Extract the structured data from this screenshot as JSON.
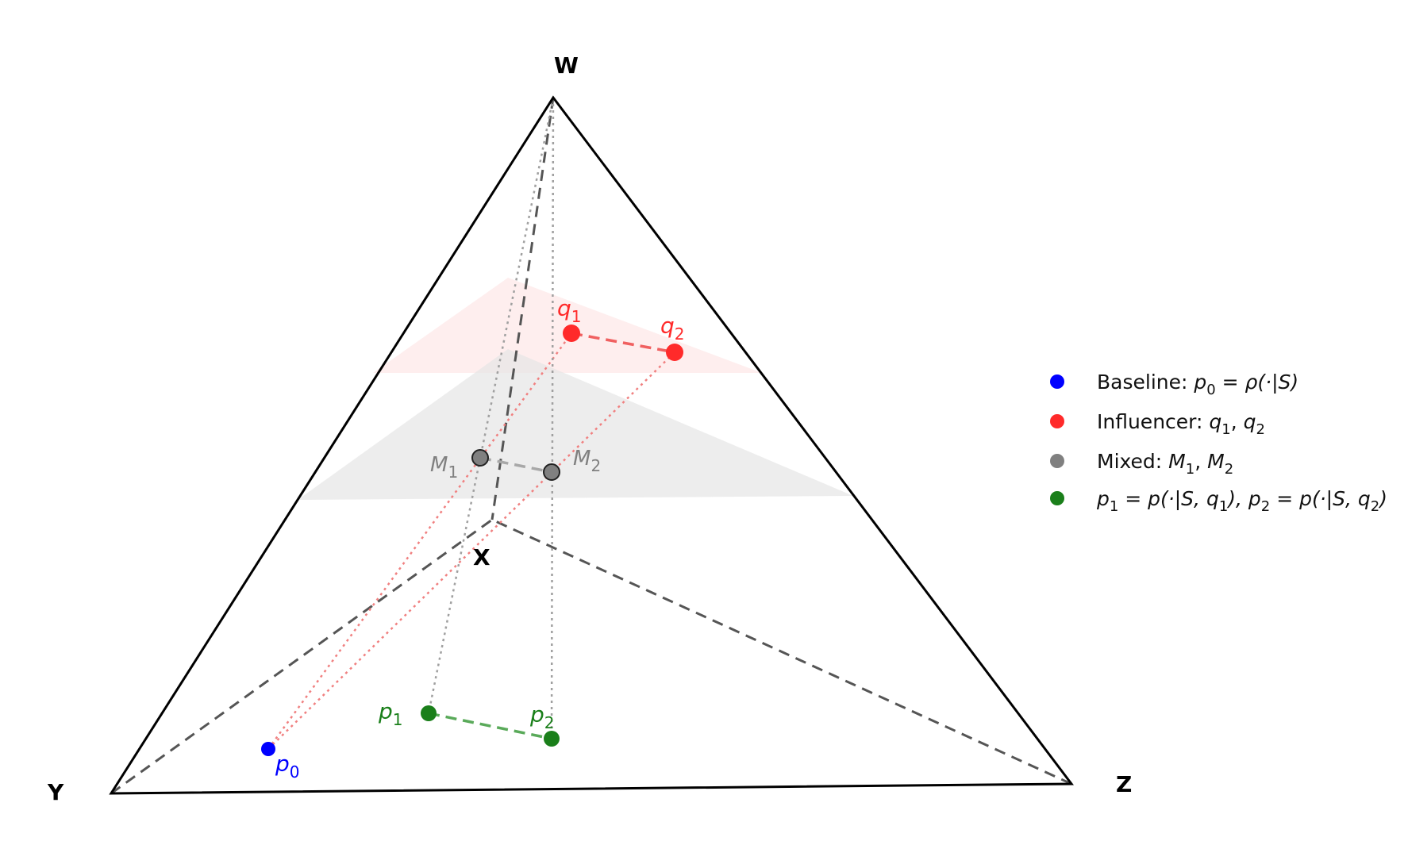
{
  "diagram": {
    "vertices": {
      "W": "W",
      "X": "X",
      "Y": "Y",
      "Z": "Z"
    },
    "points": {
      "p0": {
        "name": "p",
        "sub": "0",
        "color": "#0000ff"
      },
      "q1": {
        "name": "q",
        "sub": "1",
        "color": "#ff2a2a"
      },
      "q2": {
        "name": "q",
        "sub": "2",
        "color": "#ff2a2a"
      },
      "M1": {
        "name": "M",
        "sub": "1",
        "color": "#808080"
      },
      "M2": {
        "name": "M",
        "sub": "2",
        "color": "#808080"
      },
      "p1": {
        "name": "p",
        "sub": "1",
        "color": "#1a7f1a"
      },
      "p2": {
        "name": "p",
        "sub": "2",
        "color": "#1a7f1a"
      }
    },
    "colors": {
      "edge": "#000000",
      "hidden_edge": "#555555",
      "influencer_plane": "#fde8e8",
      "mixed_plane": "#e8e8e8",
      "projection_red": "#f08080",
      "projection_grey": "#a0a0a0"
    }
  },
  "legend": [
    {
      "marker_color": "#0000ff",
      "label": "Baseline:",
      "formula_parts": [
        "p",
        "0",
        " = ρ(·|S)"
      ]
    },
    {
      "marker_color": "#ff2a2a",
      "label": "Influencer:",
      "formula_parts": [
        "q",
        "1",
        ", ",
        "q",
        "2"
      ]
    },
    {
      "marker_color": "#808080",
      "label": "Mixed:",
      "formula_parts": [
        "M",
        "1",
        ", ",
        "M",
        "2"
      ]
    },
    {
      "marker_color": "#1a7f1a",
      "label": "",
      "formula_parts": [
        "p",
        "1",
        " = p(·|S, ",
        "q",
        "1",
        "), ",
        "p",
        "2",
        " = p(·|S, ",
        "q",
        "2",
        ")"
      ]
    }
  ]
}
